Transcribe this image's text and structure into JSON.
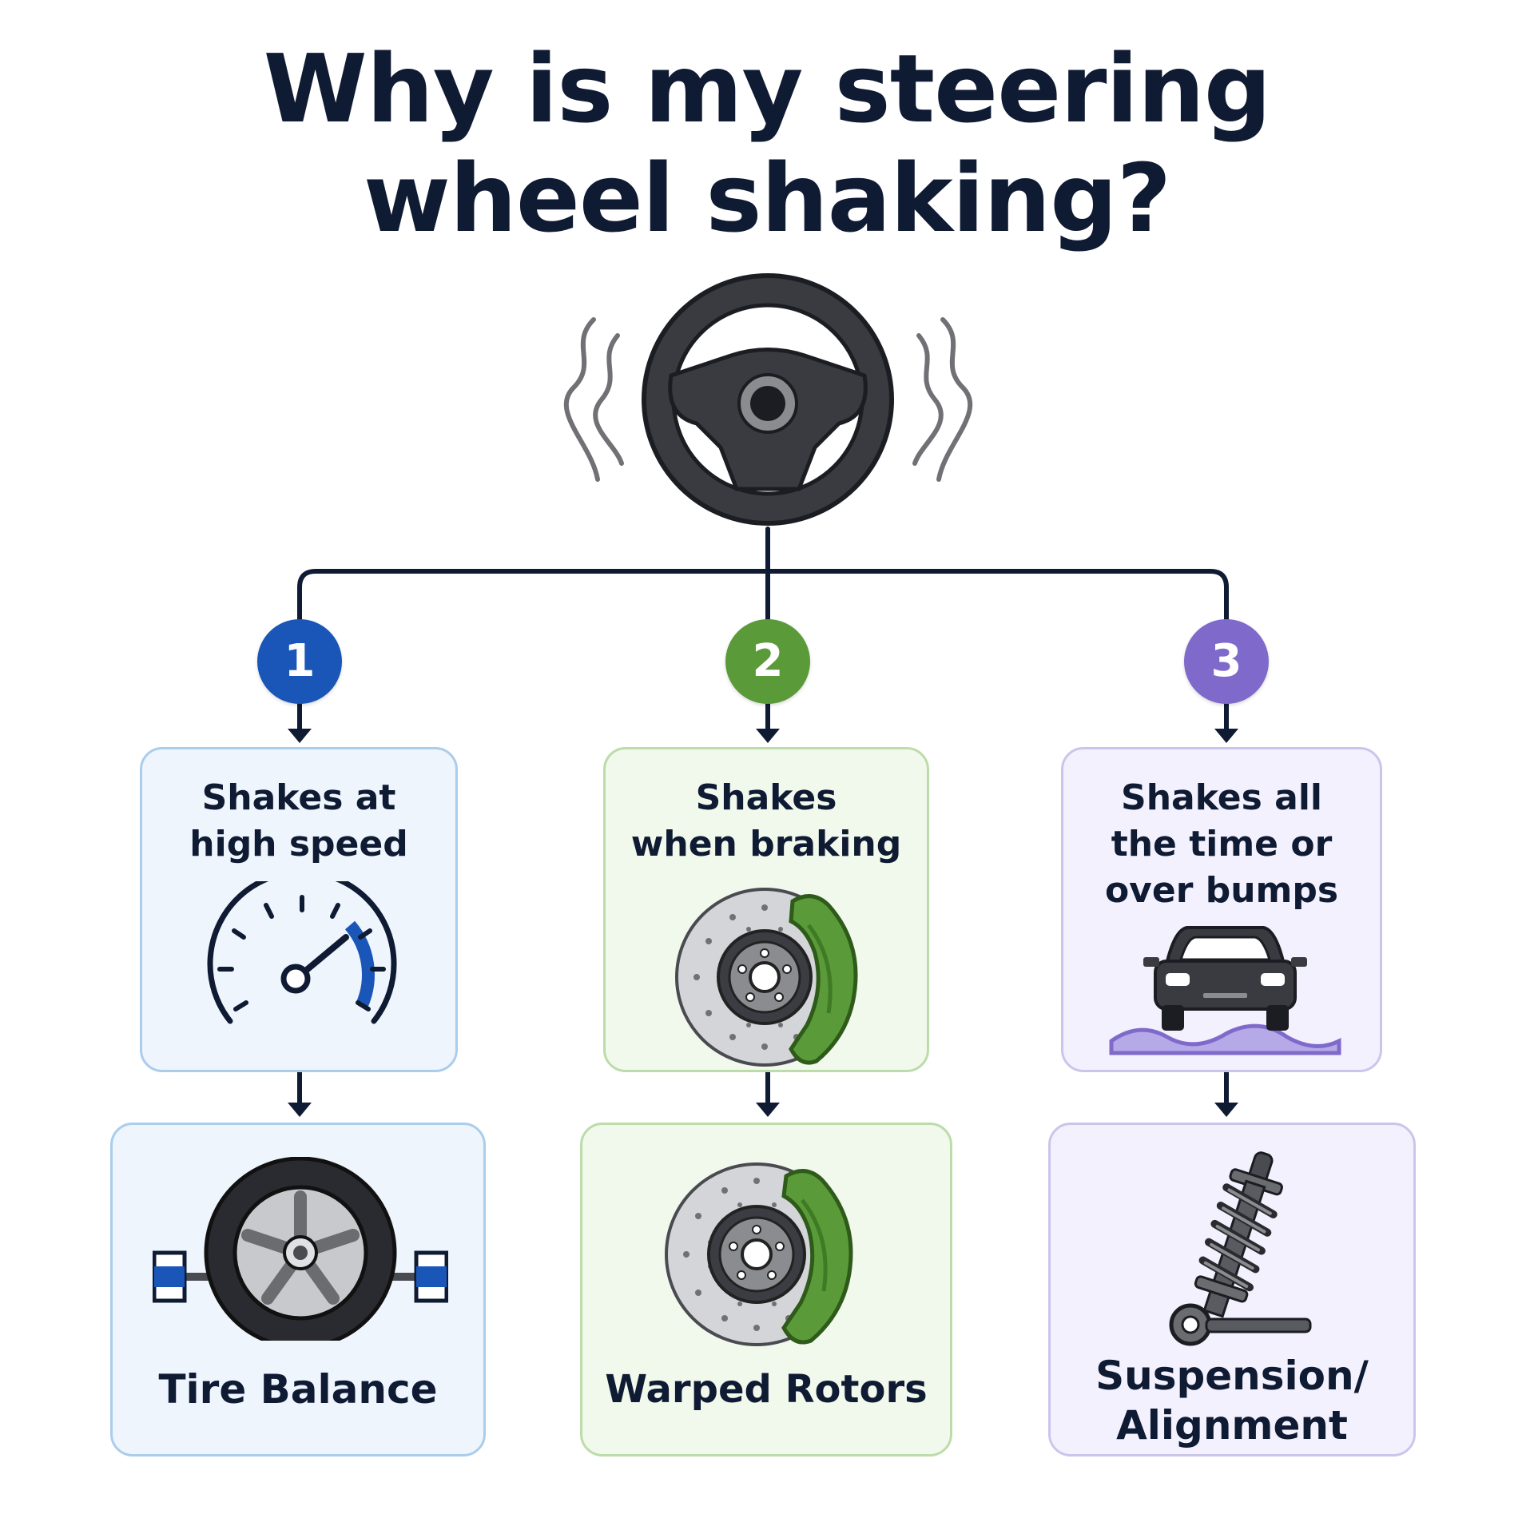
{
  "title": {
    "line1": "Why is my steering",
    "line2": "wheel shaking?"
  },
  "colors": {
    "dark": "#0f1a33",
    "blue": "#1a56b8",
    "green": "#5a9a38",
    "purple": "#7f6acb"
  },
  "icons": {
    "top": "steering-wheel-shaking-icon",
    "symptom_1": "speedometer-icon",
    "symptom_2": "brake-disc-caliper-icon",
    "symptom_3": "car-on-bumpy-road-icon",
    "cause_1": "balanced-tire-icon",
    "cause_2": "brake-rotor-icon",
    "cause_3": "shock-absorber-icon"
  },
  "branches": [
    {
      "number": "1",
      "symptom_line1": "Shakes at",
      "symptom_line2": "high speed",
      "cause": "Tire Balance"
    },
    {
      "number": "2",
      "symptom_line1": "Shakes",
      "symptom_line2": "when braking",
      "cause": "Warped Rotors"
    },
    {
      "number": "3",
      "symptom_line1": "Shakes all",
      "symptom_line2": "the time or",
      "symptom_line3": "over bumps",
      "cause_line1": "Suspension/",
      "cause_line2": "Alignment"
    }
  ]
}
